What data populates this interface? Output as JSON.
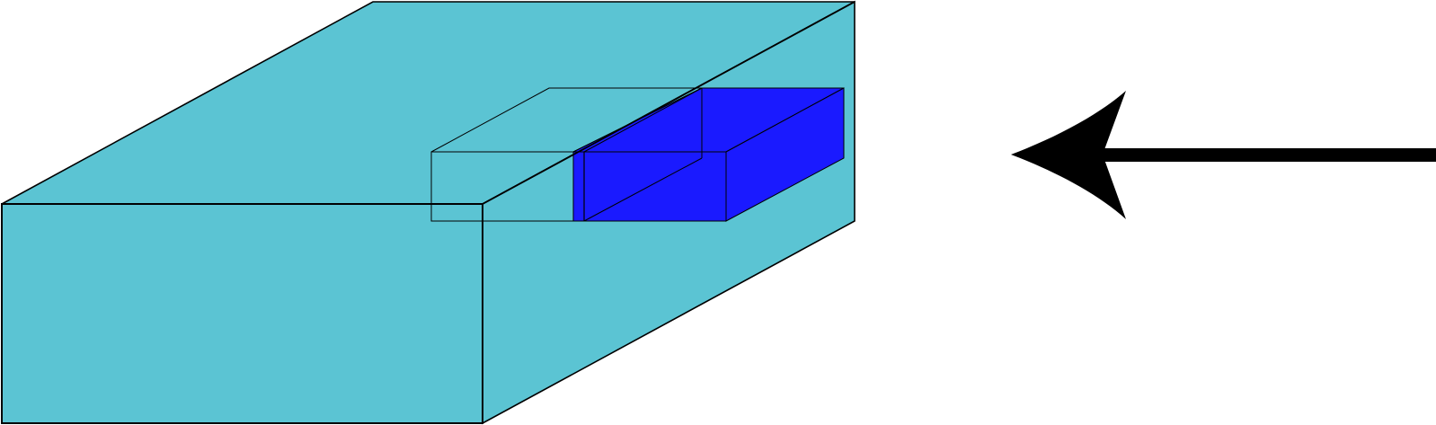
{
  "diagram": {
    "kind": "3d-block-with-inset-and-arrow",
    "colors": {
      "background": "#ffffff",
      "large_block_fill": "#5bc4d3",
      "inset_block_fill": "#1a1aff",
      "stroke": "#000000",
      "arrow": "#000000"
    },
    "elements": {
      "large_block": "large-cyan-rectangular-prism",
      "inset_block": "blue-rectangular-prism",
      "ghost_block": "transparent-outline-prism",
      "arrow": "left-pointing-arrow"
    },
    "text_labels": []
  }
}
